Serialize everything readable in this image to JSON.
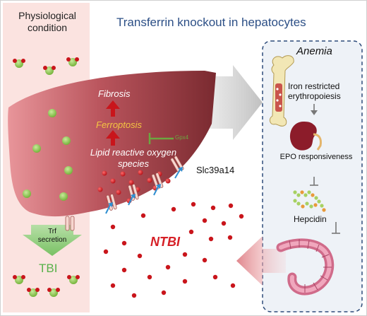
{
  "physiological": {
    "title": "Physiological condition"
  },
  "knockout": {
    "title": "Transferrin knockout in hepatocytes"
  },
  "liver": {
    "fibrosis": "Fibrosis",
    "ferroptosis": "Ferroptosis",
    "gpx4": "Gpx4",
    "lipid_ros": "Lipid reactive oxygen species",
    "slc39a14": "Slc39a14",
    "ntbi": "NTBI",
    "trf_secretion": "Trf secretion",
    "tbi": "TBI"
  },
  "anemia": {
    "title": "Anemia",
    "iron_restricted": "Iron restricted erythropoiesis",
    "epo": "EPO responsiveness",
    "hepcidin": "Hepcidin"
  },
  "colors": {
    "physiological_bg": "#fbe3e0",
    "liver": "#e0888f",
    "liver_dark": "#8e2f36",
    "title_blue": "#2c4f86",
    "ntbi_red": "#d61f26",
    "tbi_green": "#58b14a",
    "ferroptosis_yellow": "#f4c542",
    "panel_bg": "#eef2f7",
    "panel_border": "#2d4b7a"
  },
  "icons": [
    "transferrin-molecule-icon",
    "iron-dot-icon",
    "zip14-transporter-icon",
    "bone-icon",
    "kidney-icon",
    "hepcidin-peptide-icon",
    "intestine-icon"
  ]
}
